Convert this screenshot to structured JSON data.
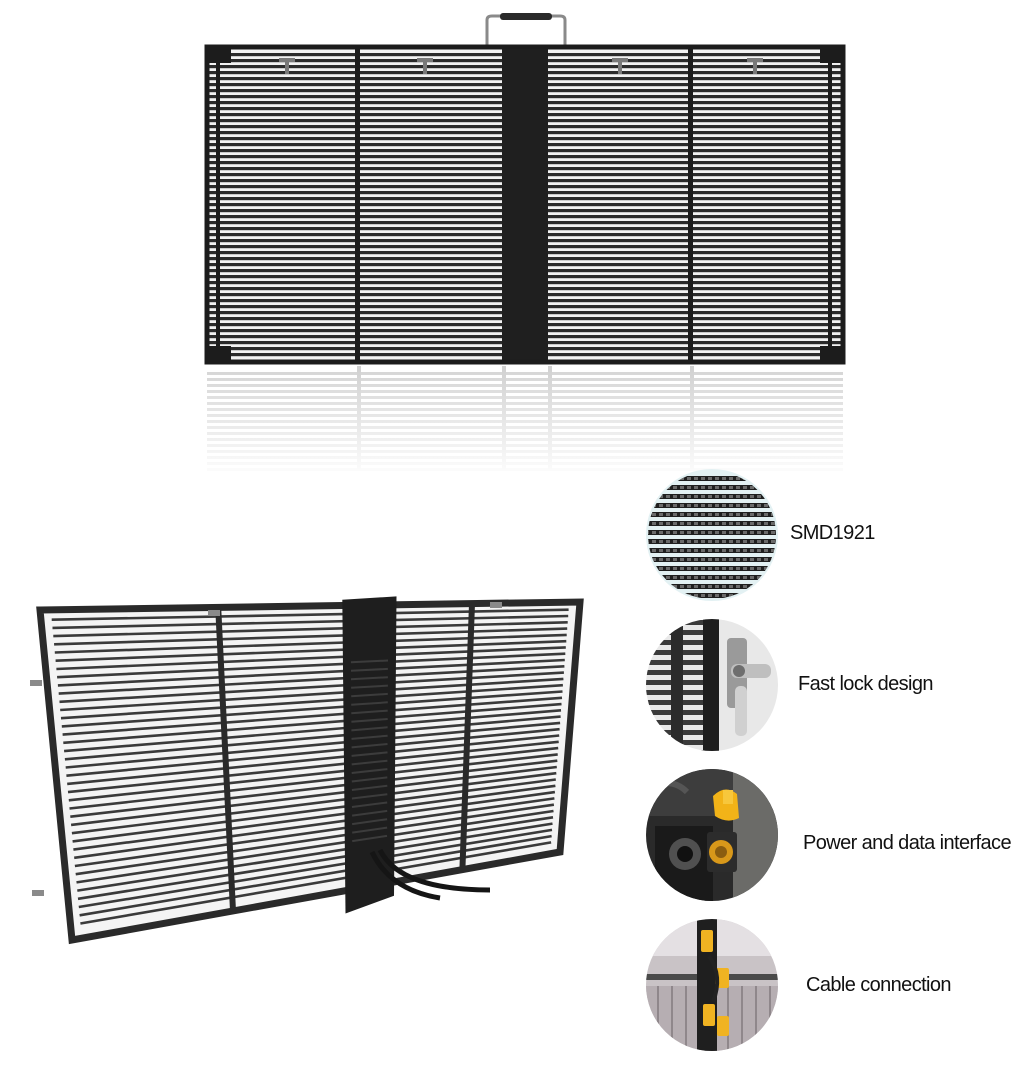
{
  "features": [
    {
      "label": "SMD1921",
      "icon": "led-strip-closeup"
    },
    {
      "label": "Fast lock design",
      "icon": "lock-closeup"
    },
    {
      "label": "Power and data interface",
      "icon": "connector-closeup"
    },
    {
      "label": "Cable connection",
      "icon": "cable-closeup"
    }
  ],
  "colors": {
    "frame": "#1c1c1c",
    "background": "#ffffff",
    "connector_accent": "#f2b318"
  }
}
